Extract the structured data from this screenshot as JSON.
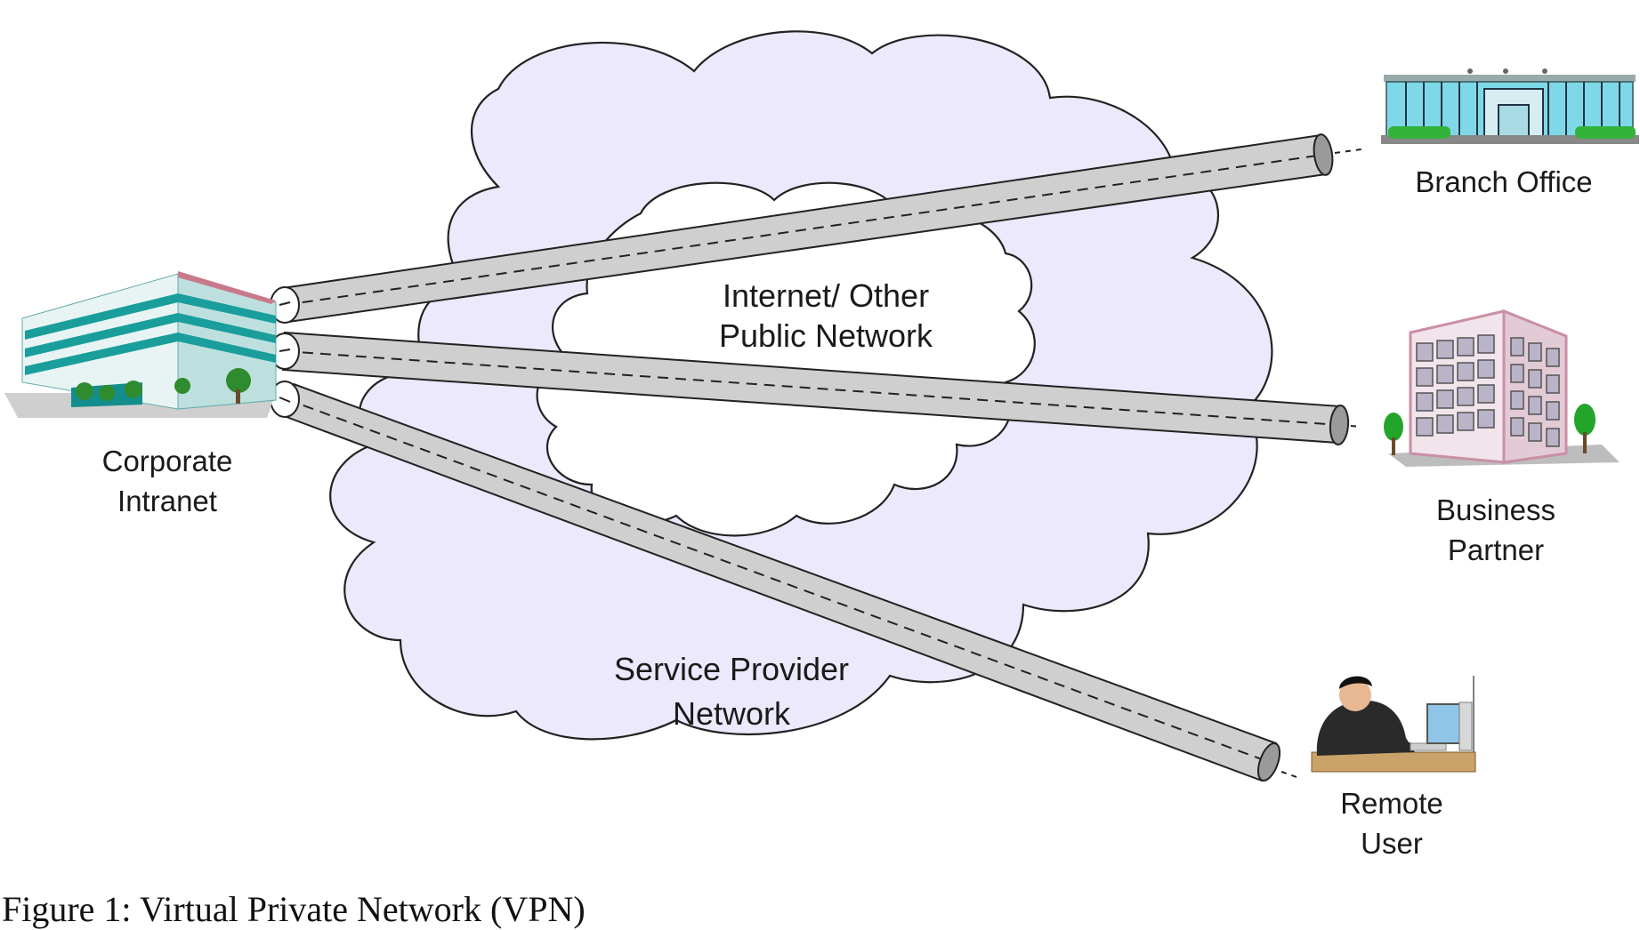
{
  "diagram": {
    "clouds": {
      "outer_label_line1": "Service Provider",
      "outer_label_line2": "Network",
      "inner_label_line1": "Internet/ Other",
      "inner_label_line2": "Public Network"
    },
    "nodes": {
      "corporate": {
        "line1": "Corporate",
        "line2": "Intranet"
      },
      "branch": {
        "line1": "Branch Office"
      },
      "partner": {
        "line1": "Business",
        "line2": "Partner"
      },
      "remote": {
        "line1": "Remote",
        "line2": "User"
      }
    },
    "colors": {
      "cloud_fill": "#ebe9fb",
      "inner_cloud_fill": "#ffffff",
      "tunnel_fill": "#cfcfcf",
      "building_teal": "#1a9e9c",
      "building_pink": "#c98fa6"
    },
    "caption": "Figure 1: Virtual Private Network (VPN)"
  }
}
